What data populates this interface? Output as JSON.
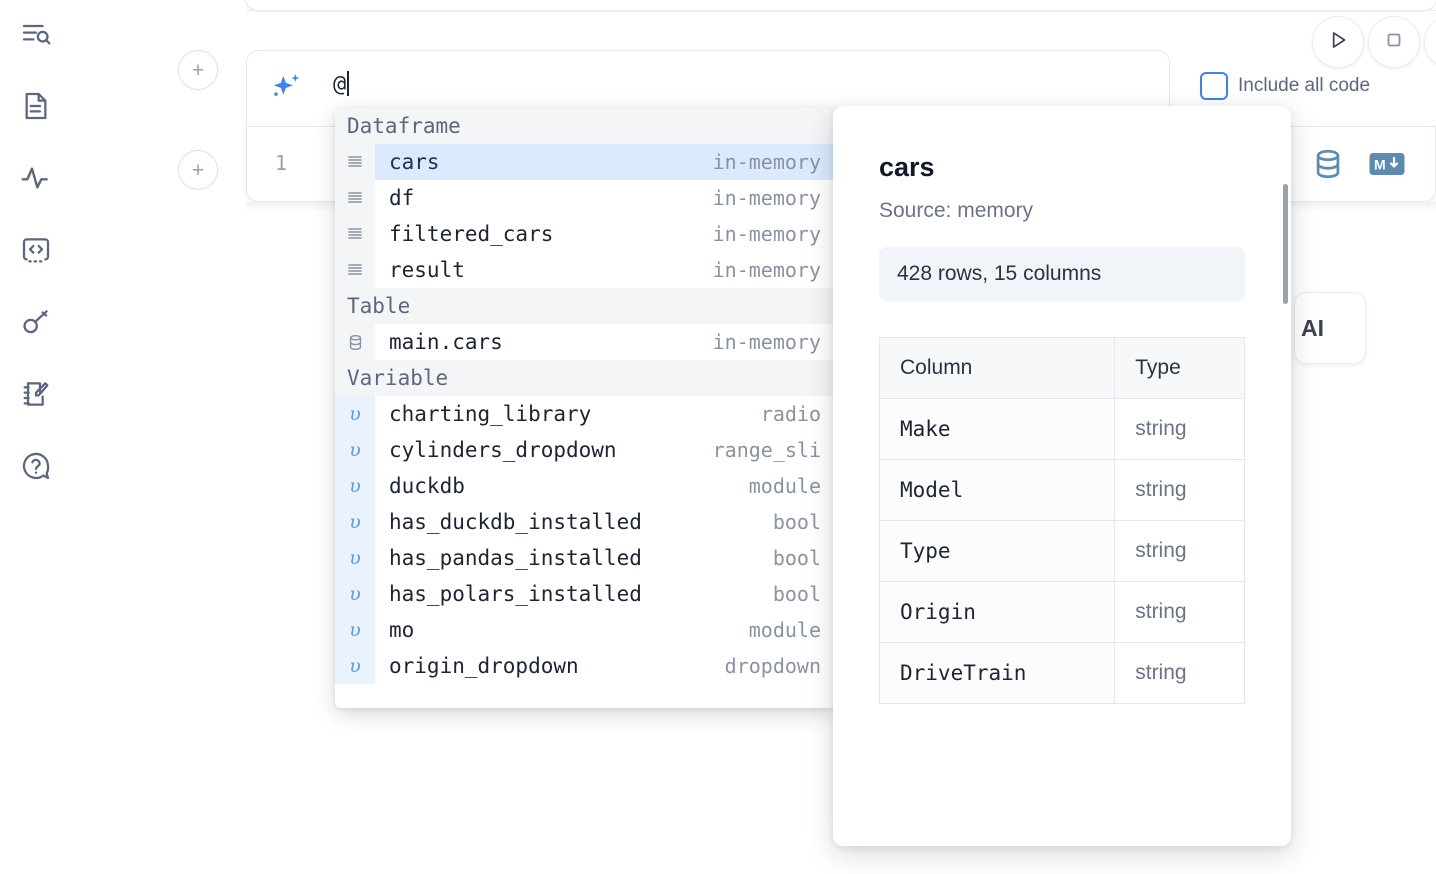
{
  "rail": {
    "items": [
      {
        "name": "file-explorer-icon",
        "label": "Explorer"
      },
      {
        "name": "document-icon",
        "label": "Notebook"
      },
      {
        "name": "activity-pulse-icon",
        "label": "Variables"
      },
      {
        "name": "code-brackets-icon",
        "label": "Snippets"
      },
      {
        "name": "key-icon",
        "label": "Secrets"
      },
      {
        "name": "notepad-pencil-icon",
        "label": "Scratchpad"
      },
      {
        "name": "help-question-icon",
        "label": "Help"
      }
    ]
  },
  "toolbar": {
    "add_cell_label": "+",
    "run_label": "Run",
    "stop_label": "Stop",
    "include_all_code": "Include all code",
    "include_all_code_checked": false
  },
  "ai_prompt": {
    "value": "@",
    "icon": "sparkle-ai-icon"
  },
  "code_cell": {
    "line_number": "1",
    "sql_icon": "database-icon",
    "markdown_icon": "markdown-icon"
  },
  "ai_chip": {
    "label": "AI"
  },
  "autocomplete": {
    "groups": [
      {
        "title": "Dataframe",
        "icon": "dataframe-rows-icon",
        "items": [
          {
            "name": "cars",
            "type": "in-memory",
            "selected": true
          },
          {
            "name": "df",
            "type": "in-memory",
            "selected": false
          },
          {
            "name": "filtered_cars",
            "type": "in-memory",
            "selected": false
          },
          {
            "name": "result",
            "type": "in-memory",
            "selected": false
          }
        ]
      },
      {
        "title": "Table",
        "icon": "database-icon",
        "items": [
          {
            "name": "main.cars",
            "type": "in-memory",
            "selected": false
          }
        ]
      },
      {
        "title": "Variable",
        "icon": "variable-upsilon-icon",
        "items": [
          {
            "name": "charting_library",
            "type": "radio",
            "selected": false
          },
          {
            "name": "cylinders_dropdown",
            "type": "range_sli",
            "selected": false
          },
          {
            "name": "duckdb",
            "type": "module",
            "selected": false
          },
          {
            "name": "has_duckdb_installed",
            "type": "bool",
            "selected": false
          },
          {
            "name": "has_pandas_installed",
            "type": "bool",
            "selected": false
          },
          {
            "name": "has_polars_installed",
            "type": "bool",
            "selected": false
          },
          {
            "name": "mo",
            "type": "module",
            "selected": false
          },
          {
            "name": "origin_dropdown",
            "type": "dropdown",
            "selected": false
          }
        ]
      }
    ]
  },
  "doc_panel": {
    "title": "cars",
    "source": "Source: memory",
    "shape": "428 rows, 15 columns",
    "headers": [
      "Column",
      "Type"
    ],
    "rows": [
      {
        "column": "Make",
        "type": "string"
      },
      {
        "column": "Model",
        "type": "string"
      },
      {
        "column": "Type",
        "type": "string"
      },
      {
        "column": "Origin",
        "type": "string"
      },
      {
        "column": "DriveTrain",
        "type": "string"
      }
    ]
  },
  "colors": {
    "accent_blue": "#3b82f6",
    "selection_blue": "#dbeafe",
    "icon_slate": "#5b6780",
    "muted_text": "#8a93a3"
  }
}
